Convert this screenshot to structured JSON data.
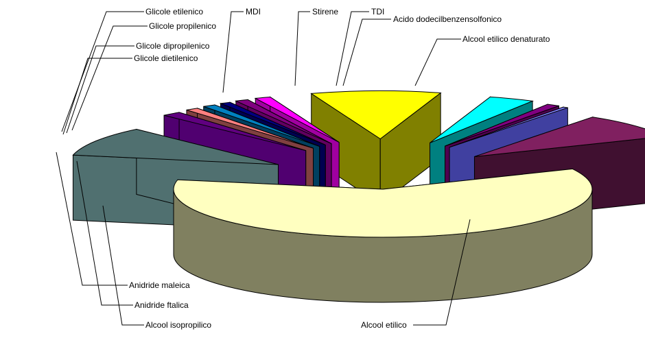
{
  "chart_data": {
    "type": "pie",
    "variant": "3d-exploded",
    "title": "",
    "legend": "none",
    "slices": [
      {
        "label": "Alcool etilico",
        "value": 60.1,
        "top": "#FFFFC0",
        "side": "#808060"
      },
      {
        "label": "Alcool isopropilico",
        "value": 10,
        "top": "#507070",
        "side": "#507070"
      },
      {
        "label": "Anidride maleica",
        "value": 1.5,
        "top": "#600080",
        "side": "#500070"
      },
      {
        "label": "Anidride ftalica",
        "value": 1,
        "top": "#FF8080",
        "side": "#804040"
      },
      {
        "label": "Glicole dietilenico",
        "value": 1,
        "top": "#0080C0",
        "side": "#004060"
      },
      {
        "label": "Glicole dipropilenico",
        "value": 0.8,
        "top": "#000080",
        "side": "#000050"
      },
      {
        "label": "Glicole propilenico",
        "value": 1,
        "top": "#800080",
        "side": "#600060"
      },
      {
        "label": "Glicole etilenico",
        "value": 1.2,
        "top": "#FF00FF",
        "side": "#A000A0"
      },
      {
        "label": "MDI",
        "value": 10,
        "top": "#FFFF00",
        "side": "#808000"
      },
      {
        "label": "Stirene",
        "value": 3.5,
        "top": "#00FFFF",
        "side": "#008080"
      },
      {
        "label": "TDI",
        "value": 1,
        "top": "#800080",
        "side": "#500050"
      },
      {
        "label": "Acido dodecilbenzensolfonico",
        "value": 0.4,
        "top": "#8080FF",
        "side": "#4040A0"
      },
      {
        "label": "Alcool etilico denaturato",
        "value": 8.5,
        "top": "#802060",
        "side": "#401030"
      }
    ]
  }
}
